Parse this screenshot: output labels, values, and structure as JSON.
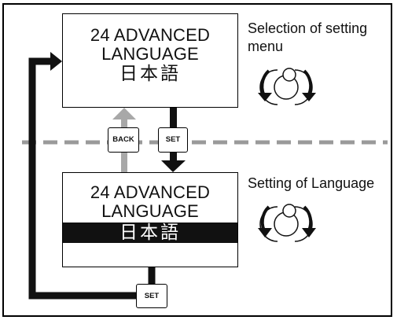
{
  "screens": {
    "top": {
      "line1": "24 ADVANCED",
      "line2": "LANGUAGE",
      "value": "日本語"
    },
    "bottom": {
      "line1": "24 ADVANCED",
      "line2": "LANGUAGE",
      "value": "日本語"
    }
  },
  "captions": {
    "top": "Selection of setting menu",
    "bottom": "Setting of Language"
  },
  "buttons": {
    "back": "BACK",
    "set_upper": "SET",
    "set_lower": "SET"
  },
  "colors": {
    "line": "#111111",
    "back_arrow": "#a8a8a8",
    "divider": "#9a9a9a",
    "highlight_bg": "#111111",
    "highlight_fg": "#ffffff"
  },
  "icons": {
    "dial_top": "rotary-dial-icon",
    "dial_bottom": "rotary-dial-icon"
  }
}
